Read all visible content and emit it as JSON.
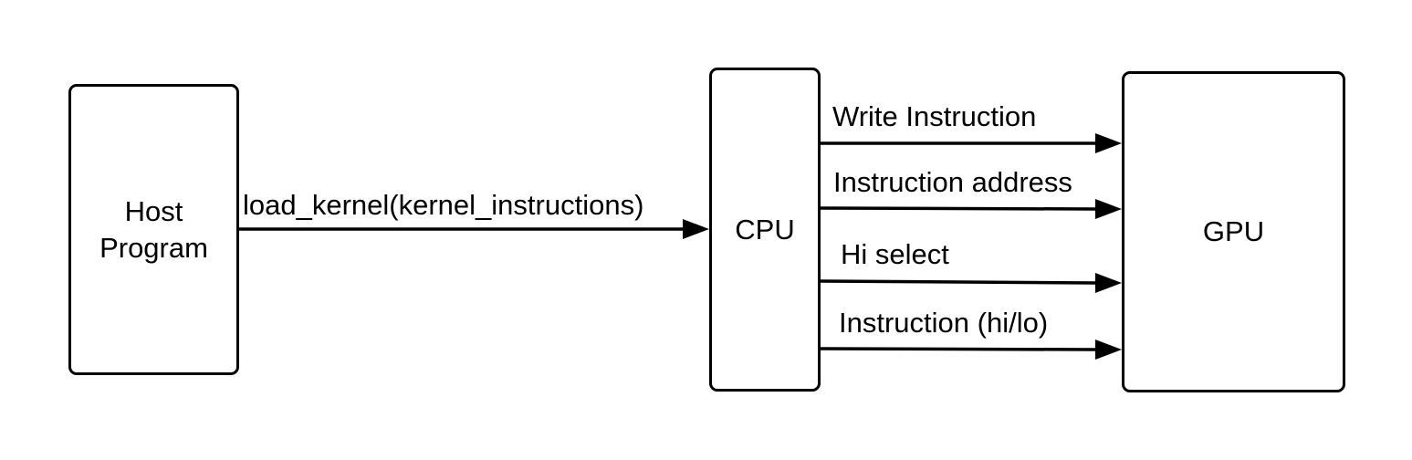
{
  "nodes": {
    "host": {
      "label": "Host\nProgram"
    },
    "cpu": {
      "label": "CPU"
    },
    "gpu": {
      "label": "GPU"
    }
  },
  "edges": {
    "host_to_cpu": {
      "label": "load_kernel(kernel_instructions)"
    },
    "write_instruction": {
      "label": "Write Instruction"
    },
    "instruction_address": {
      "label": "Instruction address"
    },
    "hi_select": {
      "label": "Hi select"
    },
    "instruction_hilo": {
      "label": "Instruction (hi/lo)"
    }
  },
  "colors": {
    "stroke": "#000000",
    "background": "#ffffff"
  }
}
